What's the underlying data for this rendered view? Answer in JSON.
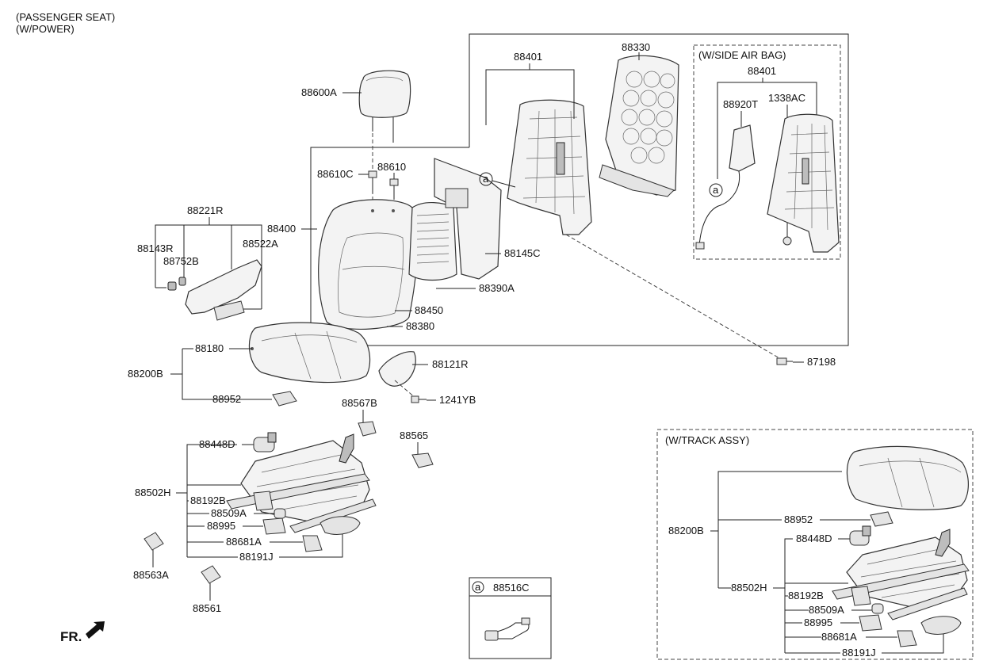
{
  "headers": {
    "passenger_seat": "(PASSENGER SEAT)",
    "w_power": "(W/POWER)",
    "side_air_bag": "(W/SIDE AIR BAG)",
    "track_assy": "(W/TRACK ASSY)",
    "fr": "FR."
  },
  "parts": {
    "p88401": "88401",
    "p88330": "88330",
    "p88600A": "88600A",
    "p88610C": "88610C",
    "p88610": "88610",
    "p88221R": "88221R",
    "p88400": "88400",
    "p88143R": "88143R",
    "p88752B": "88752B",
    "p88522A": "88522A",
    "p88145C": "88145C",
    "p88390A": "88390A",
    "p88450": "88450",
    "p88380": "88380",
    "p88180": "88180",
    "p88200B": "88200B",
    "p88952": "88952",
    "p88121R": "88121R",
    "p1241YB": "1241YB",
    "p87198": "87198",
    "p88567B": "88567B",
    "p88565": "88565",
    "p88448D": "88448D",
    "p88502H": "88502H",
    "p88192B": "88192B",
    "p88509A": "88509A",
    "p88995": "88995",
    "p88681A": "88681A",
    "p88191J": "88191J",
    "p88563A": "88563A",
    "p88561": "88561",
    "p88516C": "88516C",
    "p88920T": "88920T",
    "p1338AC": "1338AC",
    "p88401_ab": "88401",
    "t88200B": "88200B",
    "t88952": "88952",
    "t88448D": "88448D",
    "t88502H": "88502H",
    "t88192B": "88192B",
    "t88509A": "88509A",
    "t88995": "88995",
    "t88681A": "88681A",
    "t88191J": "88191J"
  },
  "callouts": {
    "a1": "a",
    "a2": "a",
    "a3": "a"
  },
  "icons": {
    "front_arrow": "arrow-icon"
  }
}
